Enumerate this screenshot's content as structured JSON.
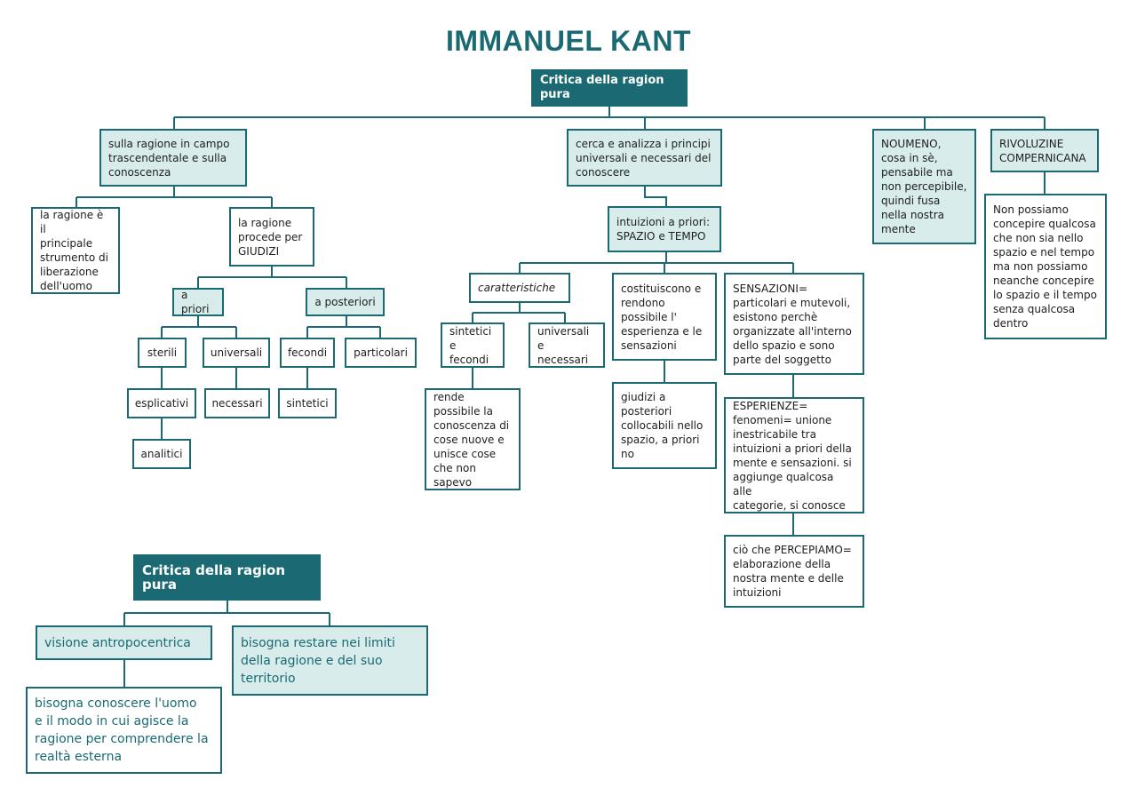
{
  "title": "IMMANUEL KANT",
  "colors": {
    "accent": "#1b6a73",
    "shade": "#d8ecec"
  },
  "top": {
    "root": "Critica della ragion pura",
    "ragione_trascendentale": "sulla ragione in campo\ntrascendentale e sulla\nconoscenza",
    "liberazione": "la ragione è il\nprincipale\nstrumento di\nliberazione\ndell'uomo",
    "giudizi": "la ragione\nprocede per\nGIUDIZI",
    "a_priori": "a priori",
    "a_posteriori": "a posteriori",
    "sterili": "sterili",
    "universali": "universali",
    "fecondi": "fecondi",
    "particolari": "particolari",
    "esplicativi": "esplicativi",
    "necessari": "necessari",
    "sintetici": "sintetici",
    "analitici": "analitici",
    "principi": "cerca e analizza i principi\nuniversali e necessari del\nconoscere",
    "intuizioni": "intuizioni a priori:\nSPAZIO e TEMPO",
    "caratteristiche": "caratteristiche",
    "sintetici_fecondi": "sintetici\ne fecondi",
    "universali_necessari": "universali\ne necessari",
    "rende_possibile": "rende\npossibile la\nconoscenza di\ncose nuove e\nunisce cose\nche non sapevo",
    "costituiscono": "costituiscono e\nrendono\npossibile l'\nesperienza e le\nsensazioni",
    "giudizi_collocabili": "giudizi a\nposteriori\ncollocabili nello\nspazio, a priori\nno",
    "sensazioni": "SENSAZIONI=\nparticolari e mutevoli,\nesistono perchè\norganizzate all'interno\ndello spazio e sono\nparte del soggetto",
    "esperienze": "ESPERIENZE=\nfenomeni= unione\ninestricabile tra\nintuizioni a priori della\nmente e sensazioni. si\naggiunge qualcosa alle\ncategorie, si conosce",
    "percepiamo": "ciò che PERCEPIAMO=\nelaborazione della\nnostra mente e delle\nintuizioni",
    "noumeno": "NOUMENO,\ncosa in sè,\npensabile ma\nnon percepibile,\nquindi fusa\nnella nostra\nmente",
    "rivoluzione": "RIVOLUZINE\nCOMPERNICANA",
    "non_possiamo": "Non possiamo\nconcepire qualcosa\nche non sia nello\nspazio e nel tempo\nma non possiamo\nneanche concepire\nlo spazio e il tempo\nsenza qualcosa\ndentro"
  },
  "bottom": {
    "root": "Critica della ragion pura",
    "antropocentrica": "visione antropocentrica",
    "limiti": "bisogna restare nei limiti\ndella ragione e del suo\nterritorio",
    "conoscere_uomo": "bisogna conoscere l'uomo\ne il modo in cui agisce la\nragione per comprendere la\nrealtà esterna"
  }
}
